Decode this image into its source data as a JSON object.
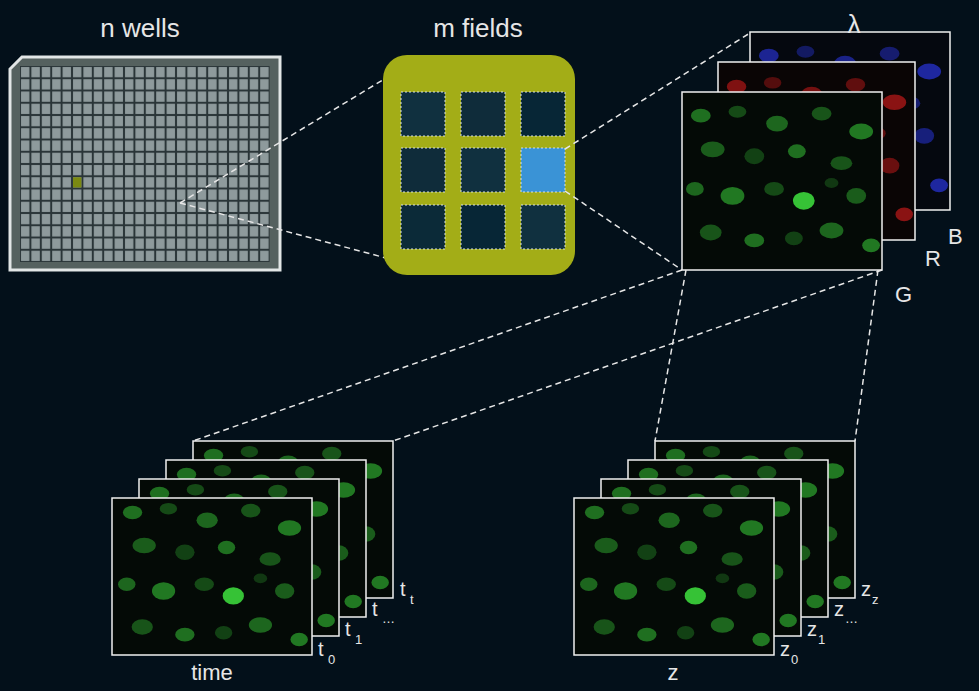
{
  "diagram": {
    "labels": [
      "n wells",
      "m fields",
      "λ",
      "B",
      "R",
      "G",
      "t",
      "0",
      "t",
      "1",
      "t",
      "…",
      "t",
      "t",
      "time",
      "z",
      "0",
      "z",
      "1",
      "z",
      "…",
      "z",
      "z",
      "z"
    ]
  }
}
